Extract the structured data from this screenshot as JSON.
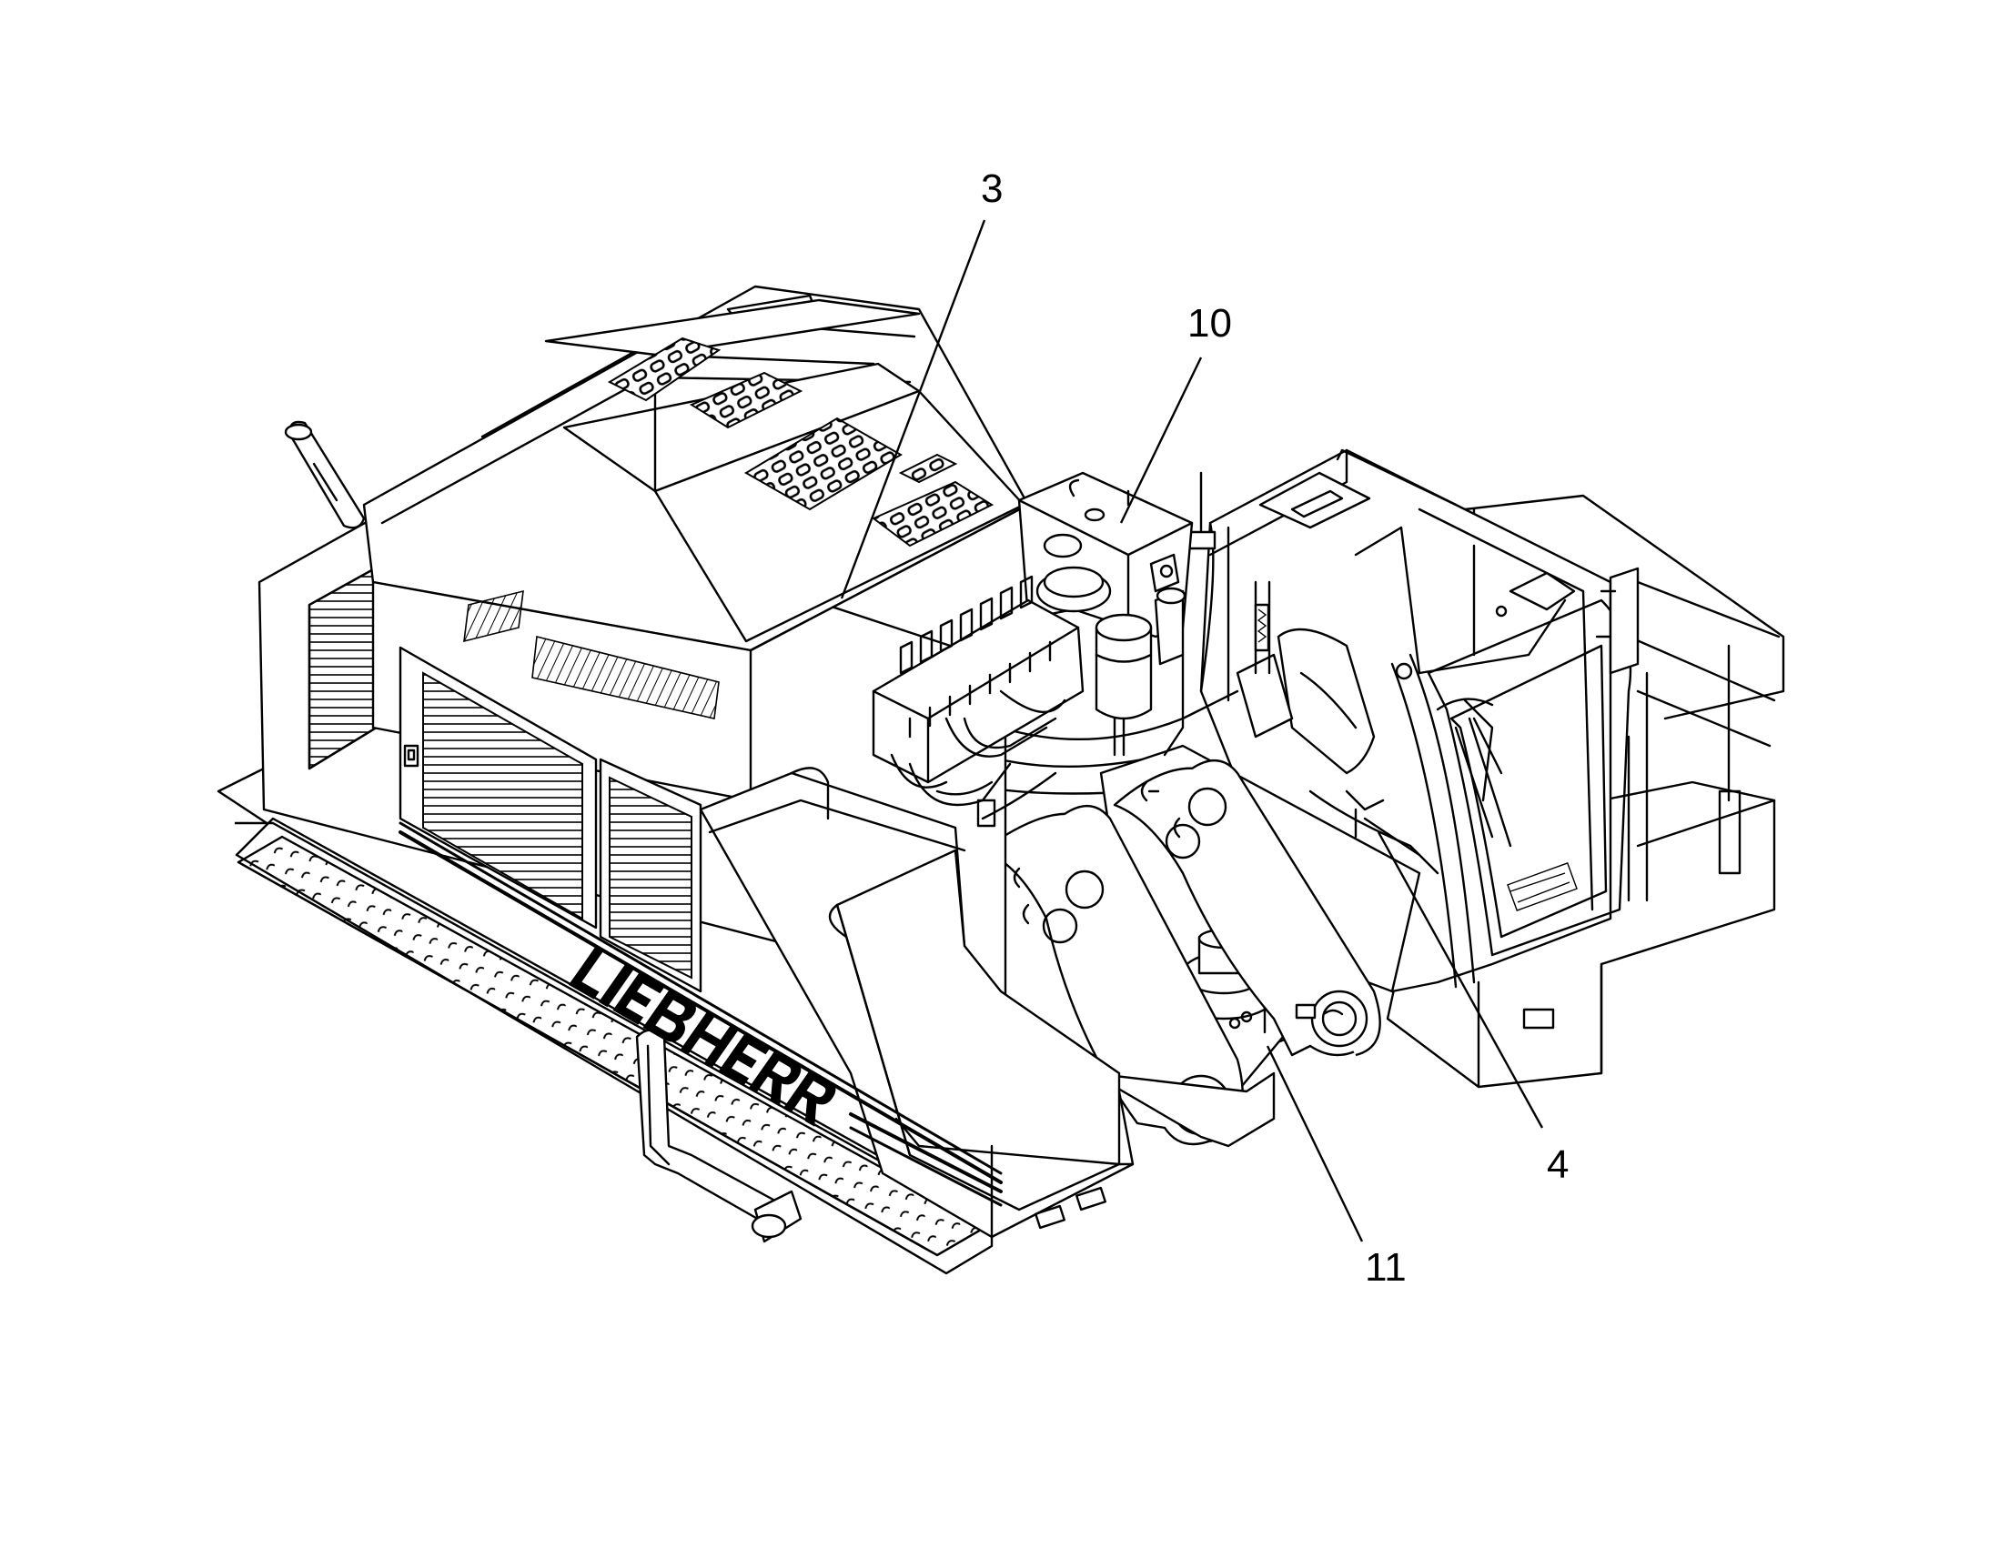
{
  "callouts": [
    {
      "id": "3",
      "label": "3"
    },
    {
      "id": "10",
      "label": "10"
    },
    {
      "id": "4",
      "label": "4"
    },
    {
      "id": "11",
      "label": "11"
    }
  ],
  "brand": {
    "logo_text": "LIEBHERR"
  },
  "colors": {
    "line": "#000000",
    "background": "#ffffff"
  }
}
